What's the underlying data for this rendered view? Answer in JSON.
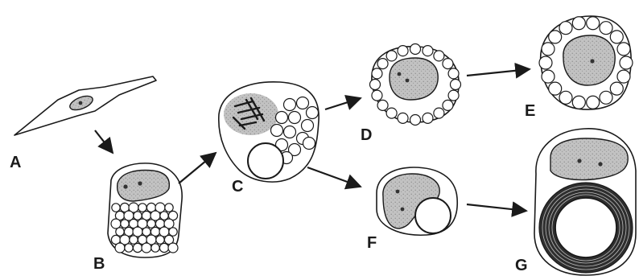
{
  "labels": {
    "a": "A",
    "b": "B",
    "c": "C",
    "d": "D",
    "e": "E",
    "f": "F",
    "g": "G"
  },
  "colors": {
    "line": "#1a1a1a",
    "nucleus_fill": "#b8b8b8",
    "droplet_fill": "#ffffff",
    "background": "#ffffff"
  }
}
